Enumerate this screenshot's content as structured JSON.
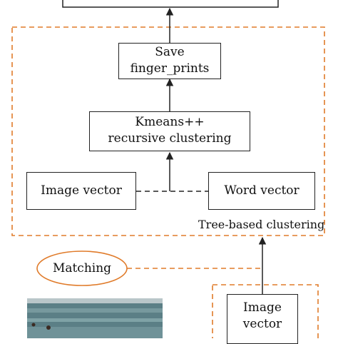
{
  "nodes": {
    "save": {
      "line1": "Save",
      "line2": "finger_prints"
    },
    "kmeans": {
      "line1": "Kmeans++",
      "line2": "recursive clustering"
    },
    "image_vector": {
      "label": "Image vector"
    },
    "word_vector": {
      "label": "Word vector"
    },
    "matching": {
      "label": "Matching"
    },
    "image_vector_bottom": {
      "line1": "Image",
      "line2": "vector"
    }
  },
  "groups": {
    "tree_clustering": {
      "label": "Tree-based clustering"
    }
  },
  "colors": {
    "dashed_border": "#e07b2a",
    "box_border": "#222222",
    "arrow": "#222222",
    "sea": "#5b7f86",
    "sky": "#b9c6c9"
  }
}
